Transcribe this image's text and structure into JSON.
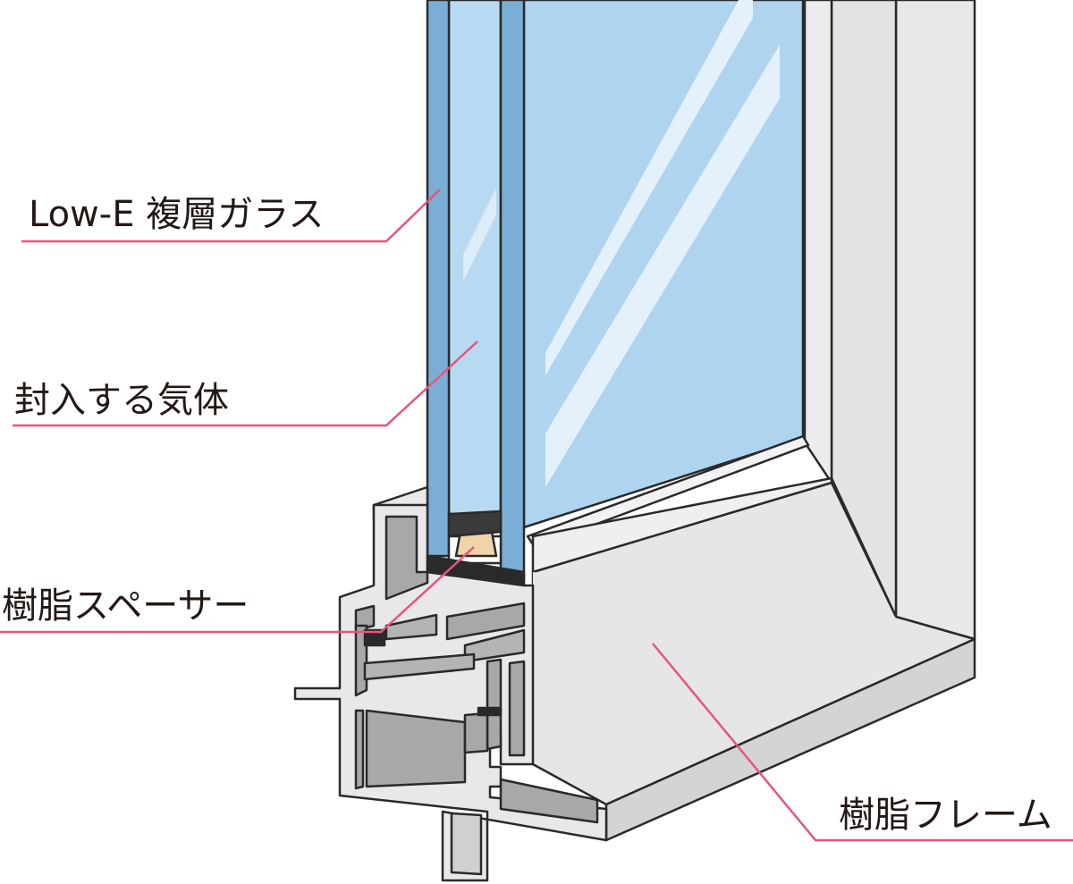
{
  "labels": {
    "glass": "Low-E 複層ガラス",
    "gas": "封入する気体",
    "spacer": "樹脂スペーサー",
    "frame": "樹脂フレーム"
  },
  "colors": {
    "leader_line": "#e8547a",
    "glass_edge": "#7aaed6",
    "glass_face": "#aed4f0",
    "frame_light": "#e8e8ea",
    "frame_mid": "#d6d6d8",
    "frame_dark": "#a8a8a8",
    "spacer_fill": "#f0d3a8",
    "seal": "#2a2a2a",
    "outline": "#2a2a2a"
  }
}
